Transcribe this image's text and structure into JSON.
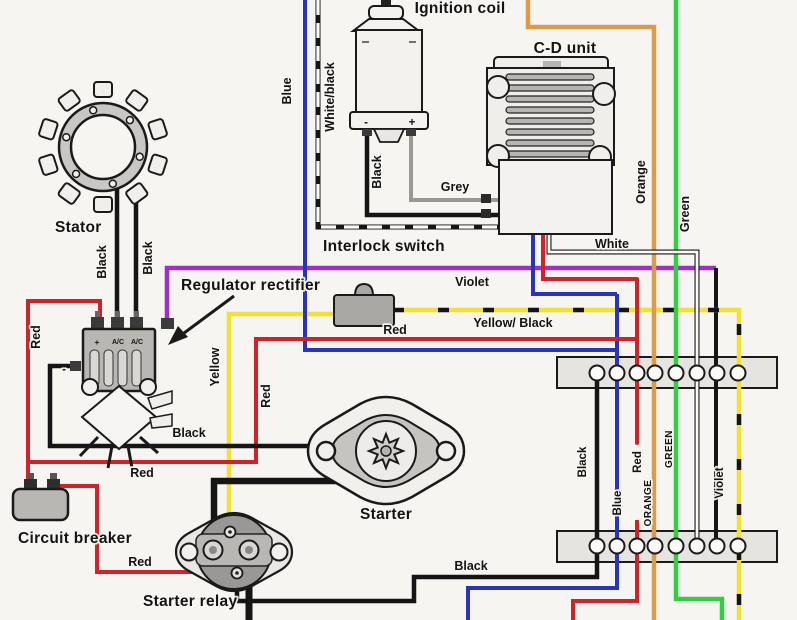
{
  "diagram": "outboard-ignition-charging-wiring",
  "wire_colors": {
    "red": "#d22127",
    "blue": "#2634c1",
    "violet": "#9d2fd0",
    "yellow": "#f2e12e",
    "orange": "#dc9a4b",
    "green": "#33cf41",
    "grey": "#9a9896",
    "black": "#151515",
    "white": "#fbfaf8"
  },
  "components": {
    "stator": "Stator",
    "ignition_coil": "Ignition coil",
    "cd_unit": "C-D unit",
    "interlock_switch": "Interlock switch",
    "regulator_rectifier": "Regulator rectifier",
    "circuit_breaker": "Circuit breaker",
    "starter": "Starter",
    "starter_relay": "Starter relay"
  },
  "terminal_markings": {
    "reg_plus": "+",
    "reg_ac_1": "A/C",
    "reg_ac_2": "A/C",
    "reg_minus": "-",
    "coil_minus": "-",
    "coil_plus": "+"
  },
  "wire_labels": {
    "blue_top": "Blue",
    "white_black": "White/black",
    "coil_black": "Black",
    "grey": "Grey",
    "orange_top": "Orange",
    "green_top": "Green",
    "white": "White",
    "violet_horizontal": "Violet",
    "yellow_black": "Yellow/ Black",
    "red_to_strip": "Red",
    "red_left": "Red",
    "yellow": "Yellow",
    "red_riser": "Red",
    "black_ground": "Black",
    "red_breaker_feed": "Red",
    "stator_black_left": "Black",
    "stator_black_right": "Black",
    "harness_black": "Black",
    "harness_blue": "Blue",
    "harness_red": "Red",
    "harness_orange": "ORANGE",
    "harness_green": "GREEN",
    "harness_violet": "Violet",
    "black_bottom": "Black",
    "red_relay": "Red"
  },
  "terminal_strips": {
    "upper_terminal_count": 8,
    "lower_terminal_count": 8
  }
}
